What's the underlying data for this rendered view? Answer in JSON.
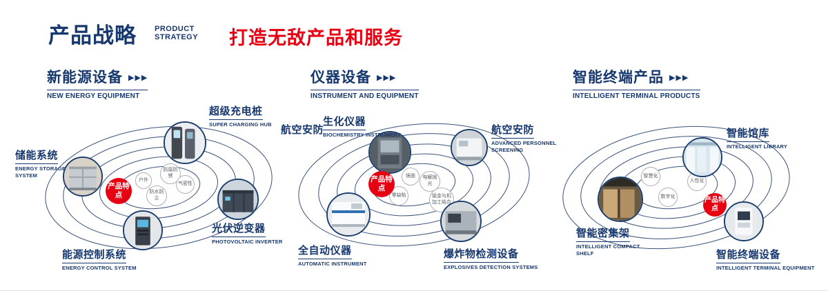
{
  "arrow_glyph": "▶▶▶",
  "colors": {
    "navy": "#16386e",
    "red": "#e60012"
  },
  "header": {
    "title_zh": "产品战略",
    "title_en1": "PRODUCT",
    "title_en2": "STRATEGY",
    "slogan": "打造无敌产品和服务"
  },
  "sections": [
    {
      "title_zh": "新能源设备",
      "title_en": "NEW ENERGY EQUIPMENT",
      "badge": "产品特点",
      "features": [
        "防腐防锈",
        "户外",
        "气密性",
        "防水防尘"
      ],
      "nodes": [
        {
          "zh": "超级充电桩",
          "en": "SUPER CHARGING HUB"
        },
        {
          "zh": "储能系统",
          "en": "ENERGY STORAGE SYSTEM"
        },
        {
          "zh": "光伏逆变器",
          "en": "PHOTOVOLTAIC INVERTER"
        },
        {
          "zh": "能源控制系统",
          "en": "ENERGY CONTROL SYSTEM"
        }
      ]
    },
    {
      "title_zh": "仪器设备",
      "title_en": "INSTRUMENT AND EQUIPMENT",
      "badge": "产品特点",
      "extra_label": "航空安防",
      "features": [
        "镜面",
        "电解抛光",
        "零缺陷",
        "钣金与机加工结合"
      ],
      "nodes": [
        {
          "zh": "生化仪器",
          "en": "BIOCHEMISTRY INSTRUMENT"
        },
        {
          "zh": "航空安防",
          "en": "ADVANCED PERSONNEL SCREENING"
        },
        {
          "zh": "全自动仪器",
          "en": "AUTOMATIC INSTRUMENT"
        },
        {
          "zh": "爆炸物检测设备",
          "en": "EXPLOSIVES DETECTION SYSTEMS"
        }
      ]
    },
    {
      "title_zh": "智能终端产品",
      "title_en": "INTELLIGENT TERMINAL PRODUCTS",
      "badge": "产品特点",
      "features": [
        "智慧化",
        "人性化",
        "数字化"
      ],
      "nodes": [
        {
          "zh": "智能馆库",
          "en": "INTELLIGENT LIBRARY"
        },
        {
          "zh": "智能密集架",
          "en": "INTELLIGENT COMPACT SHELF"
        },
        {
          "zh": "智能终端设备",
          "en": "INTELLIGENT TERMINAL EQUIPMENT"
        }
      ]
    }
  ]
}
